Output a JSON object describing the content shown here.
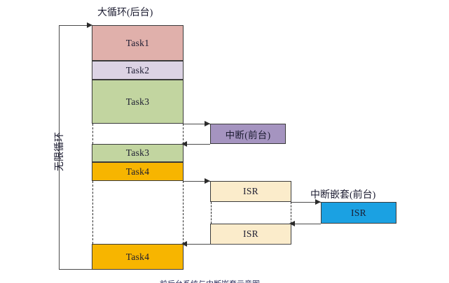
{
  "diagram": {
    "title_background": "大循环(后台)",
    "title_foreground_interrupt": "中断(前台)",
    "title_nested_interrupt": "中断嵌套(前台)",
    "loop_label": "无限循环",
    "footnote": "前后台系统与中断嵌套示意图",
    "colors": {
      "task1": "#e0b0ab",
      "task2": "#dcd3e4",
      "task3": "#c2d5a0",
      "task4": "#f7b500",
      "interrupt": "#a594c0",
      "isr": "#fbeccb",
      "nested_isr": "#1ba1e2",
      "stroke": "#3a3a3a",
      "line": "#4a4a4a"
    },
    "background_column": {
      "blocks": [
        {
          "label": "Task1",
          "color_key": "task1"
        },
        {
          "label": "Task2",
          "color_key": "task2"
        },
        {
          "label": "Task3",
          "color_key": "task3"
        },
        {
          "label": "",
          "color_key": "blank"
        },
        {
          "label": "Task3",
          "color_key": "task3"
        },
        {
          "label": "Task4",
          "color_key": "task4"
        },
        {
          "label": "",
          "color_key": "blank"
        },
        {
          "label": "Task4",
          "color_key": "task4"
        }
      ]
    },
    "foreground_column": {
      "blocks": [
        {
          "label": "中断(前台)",
          "color_key": "interrupt"
        },
        {
          "label": "ISR",
          "color_key": "isr"
        },
        {
          "label": "ISR",
          "color_key": "isr"
        }
      ]
    },
    "nested_column": {
      "blocks": [
        {
          "label": "ISR",
          "color_key": "nested_isr"
        }
      ]
    }
  }
}
